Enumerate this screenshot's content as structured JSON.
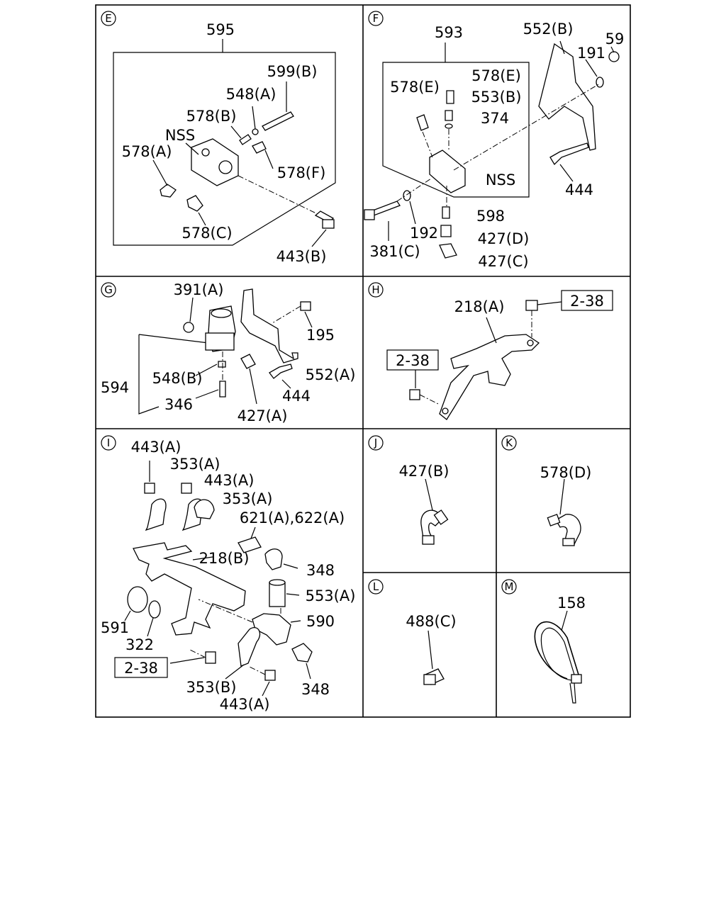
{
  "sections": [
    {
      "id": "E",
      "labels": [
        "595",
        "599(B)",
        "548(A)",
        "578(B)",
        "NSS",
        "578(A)",
        "578(F)",
        "578(C)",
        "443(B)"
      ]
    },
    {
      "id": "F",
      "labels": [
        "593",
        "552(B)",
        "59",
        "191",
        "578(E)",
        "578(E)",
        "553(B)",
        "374",
        "NSS",
        "444",
        "598",
        "381(C)",
        "192",
        "427(D)",
        "427(C)"
      ]
    },
    {
      "id": "G",
      "labels": [
        "391(A)",
        "195",
        "594",
        "548(B)",
        "552(A)",
        "444",
        "346",
        "427(A)"
      ]
    },
    {
      "id": "H",
      "labels": [
        "218(A)",
        "2-38",
        "2-38"
      ]
    },
    {
      "id": "I",
      "labels": [
        "443(A)",
        "353(A)",
        "443(A)",
        "353(A)",
        "621(A),622(A)",
        "218(B)",
        "348",
        "553(A)",
        "590",
        "591",
        "322",
        "2-38",
        "353(B)",
        "443(A)",
        "348"
      ]
    },
    {
      "id": "J",
      "labels": [
        "427(B)"
      ]
    },
    {
      "id": "K",
      "labels": [
        "578(D)"
      ]
    },
    {
      "id": "L",
      "labels": [
        "488(C)"
      ]
    },
    {
      "id": "M",
      "labels": [
        "158"
      ]
    }
  ]
}
